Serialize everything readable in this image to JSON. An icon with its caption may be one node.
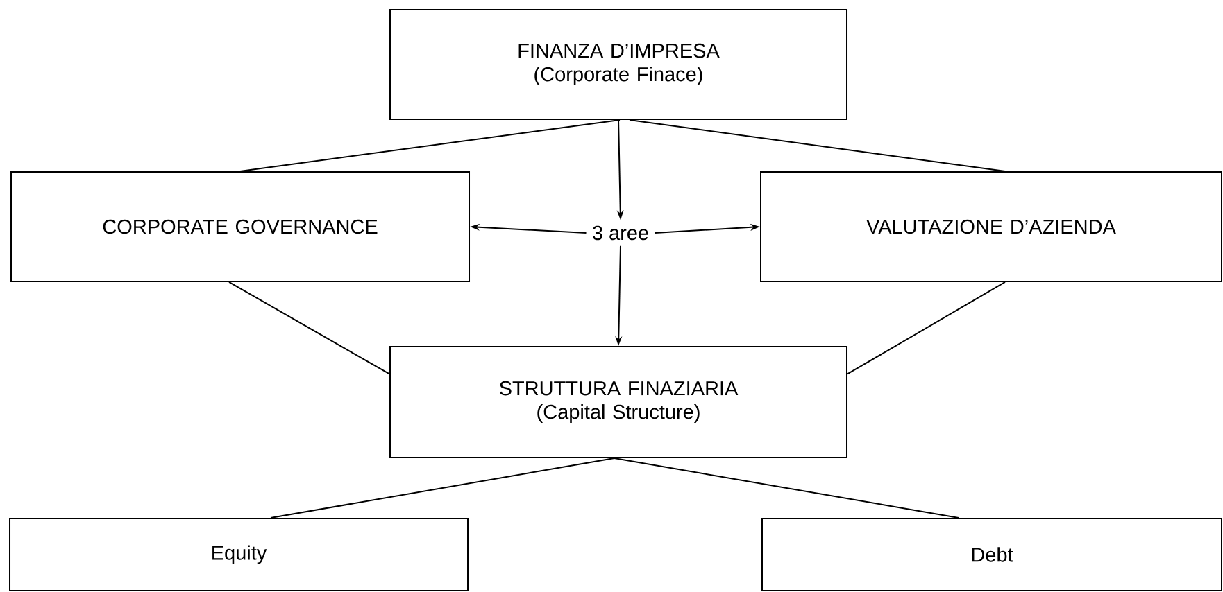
{
  "diagram": {
    "nodes": [
      {
        "text": [
          "FINANZA D’IMPRESA",
          "(Corporate Finace)"
        ]
      },
      {
        "text": [
          "CORPORATE GOVERNANCE"
        ]
      },
      {
        "text": [
          "3 aree"
        ]
      },
      {
        "text": [
          "VALUTAZIONE D’AZIENDA"
        ]
      },
      {
        "text": [
          "STRUTTURA FINAZIARIA",
          "(Capital Structure)"
        ]
      },
      {
        "text": [
          "Equity"
        ]
      },
      {
        "text": [
          "Debt"
        ]
      }
    ],
    "edges": [
      {
        "from": 0,
        "to": 1,
        "arrow": "none"
      },
      {
        "from": 0,
        "to": 3,
        "arrow": "none"
      },
      {
        "from": 0,
        "to": 2,
        "arrow": "to"
      },
      {
        "from": 2,
        "to": 1,
        "arrow": "to"
      },
      {
        "from": 2,
        "to": 3,
        "arrow": "to"
      },
      {
        "from": 2,
        "to": 4,
        "arrow": "to"
      },
      {
        "from": 1,
        "to": 4,
        "arrow": "none"
      },
      {
        "from": 3,
        "to": 4,
        "arrow": "none"
      },
      {
        "from": 4,
        "to": 5,
        "arrow": "none"
      },
      {
        "from": 4,
        "to": 6,
        "arrow": "none"
      }
    ]
  }
}
